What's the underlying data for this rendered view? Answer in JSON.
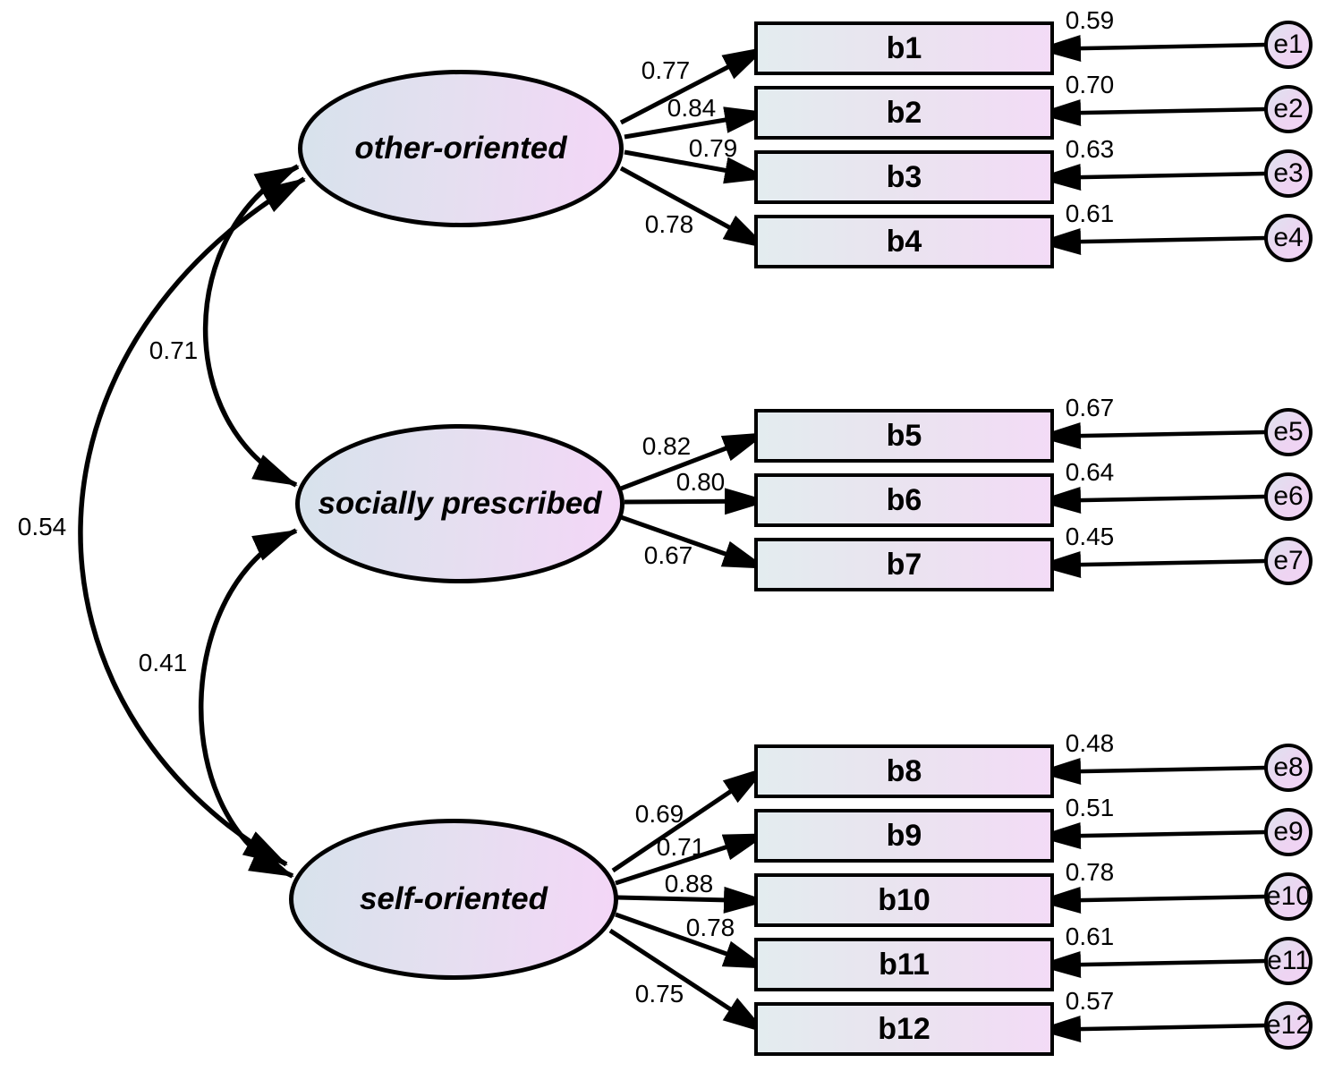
{
  "factors": [
    {
      "label": "other-oriented"
    },
    {
      "label": "socially prescribed"
    },
    {
      "label": "self-oriented"
    }
  ],
  "correlations": [
    {
      "between": "other-oriented and socially prescribed",
      "value": "0.71"
    },
    {
      "between": "socially prescribed and self-oriented",
      "value": "0.41"
    },
    {
      "between": "other-oriented and self-oriented",
      "value": "0.54"
    }
  ],
  "indicators": [
    {
      "label": "b1",
      "loading": "0.77",
      "error_label": "e1",
      "error_value": "0.59"
    },
    {
      "label": "b2",
      "loading": "0.84",
      "error_label": "e2",
      "error_value": "0.70"
    },
    {
      "label": "b3",
      "loading": "0.79",
      "error_label": "e3",
      "error_value": "0.63"
    },
    {
      "label": "b4",
      "loading": "0.78",
      "error_label": "e4",
      "error_value": "0.61"
    },
    {
      "label": "b5",
      "loading": "0.82",
      "error_label": "e5",
      "error_value": "0.67"
    },
    {
      "label": "b6",
      "loading": "0.80",
      "error_label": "e6",
      "error_value": "0.64"
    },
    {
      "label": "b7",
      "loading": "0.67",
      "error_label": "e7",
      "error_value": "0.45"
    },
    {
      "label": "b8",
      "loading": "0.69",
      "error_label": "e8",
      "error_value": "0.48"
    },
    {
      "label": "b9",
      "loading": "0.71",
      "error_label": "e9",
      "error_value": "0.51"
    },
    {
      "label": "b10",
      "loading": "0.88",
      "error_label": "e10",
      "error_value": "0.78"
    },
    {
      "label": "b11",
      "loading": "0.78",
      "error_label": "e11",
      "error_value": "0.61"
    },
    {
      "label": "b12",
      "loading": "0.75",
      "error_label": "e12",
      "error_value": "0.57"
    }
  ],
  "colors": {
    "stroke": "#000000",
    "node_gradient_left": "#d7e2ec",
    "node_gradient_right": "#f4d6f7"
  }
}
